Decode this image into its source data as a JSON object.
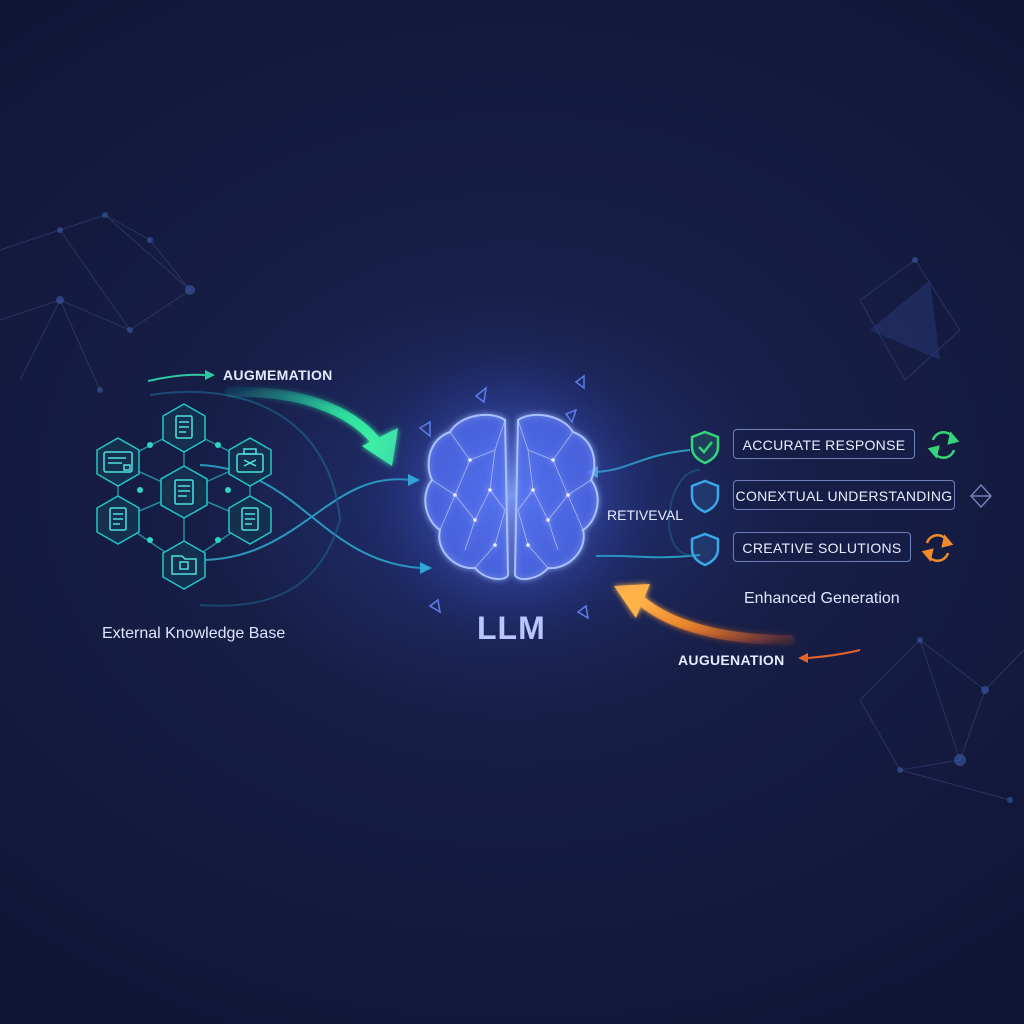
{
  "labels": {
    "augmentation_top": "AUGMEMATION",
    "augmentation_bottom": "AUGUENATION",
    "retrieval": "RETIVEVAL",
    "llm": "LLM",
    "knowledge_base": "External Knowledge Base",
    "enhanced_generation": "Enhanced Generation"
  },
  "outputs": [
    {
      "text": "ACCURATE RESPONSE",
      "left_icon": "shield-check-icon",
      "right_icon": "refresh-icon",
      "accent": "#34d47a"
    },
    {
      "text": "CONEXTUAL UNDERSTANDING",
      "left_icon": "shield-icon",
      "right_icon": "diamond-icon",
      "accent": "#3aa8e8"
    },
    {
      "text": "CREATIVE SOLUTIONS",
      "left_icon": "shield-icon",
      "right_icon": "refresh-icon",
      "accent": "#f08a2c"
    }
  ],
  "knowledge_nodes": [
    {
      "icon": "document-icon"
    },
    {
      "icon": "monitor-icon"
    },
    {
      "icon": "briefcase-icon"
    },
    {
      "icon": "document-icon"
    },
    {
      "icon": "document-icon"
    },
    {
      "icon": "document-icon"
    },
    {
      "icon": "folder-icon"
    }
  ],
  "colors": {
    "background": "#141a3e",
    "teal": "#25c6c6",
    "green": "#2ee6a0",
    "orange": "#f59a3a",
    "brain": "#5a7cff",
    "cyan_line": "#2fb6d8"
  }
}
